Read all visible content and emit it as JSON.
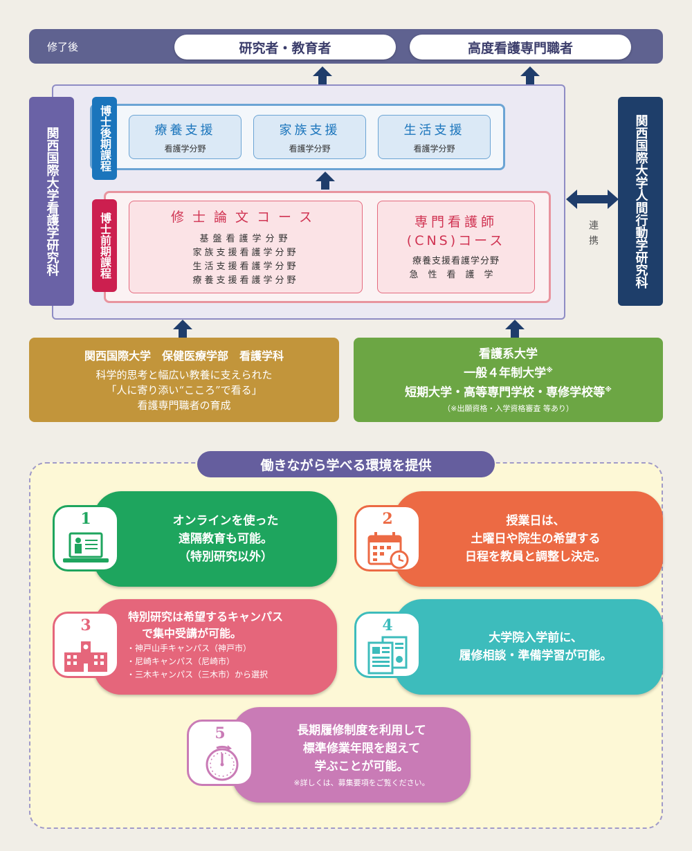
{
  "top": {
    "after_label": "修了後",
    "researcher": "研究者・教育者",
    "advanced": "高度看護専門職者"
  },
  "side_left": "関西国際大学看護学研究科",
  "side_right": "関西国際大学人間行動学研究科",
  "doctor": {
    "tag": "博士後期課程",
    "boxes": [
      {
        "title": "療養支援",
        "sub": "看護学分野"
      },
      {
        "title": "家族支援",
        "sub": "看護学分野"
      },
      {
        "title": "生活支援",
        "sub": "看護学分野"
      }
    ]
  },
  "master": {
    "tag": "博士前期課程",
    "thesis_title": "修士論文コース",
    "thesis_lines": [
      "基盤看護学分野",
      "家族支援看護学分野",
      "生活支援看護学分野",
      "療養支援看護学分野"
    ],
    "cns_title1": "専門看護師",
    "cns_title2": "(CNS)コース",
    "cns_lines": [
      "療養支援看護学分野",
      "急性看護学"
    ]
  },
  "renkei": "連携",
  "kiu": {
    "title": "関西国際大学　保健医療学部　看護学科",
    "lines": [
      "科学的思考と幅広い教養に支えられた",
      "「人に寄り添い“こころ”で看る」",
      "看護専門職者の育成"
    ]
  },
  "nurse": {
    "line1": "看護系大学",
    "line2": "一般４年制大学",
    "line3": "短期大学・高等専門学校・専修学校等",
    "mark": "※",
    "note": "（※出願資格・入学資格審査 等あり）"
  },
  "env": {
    "title": "働きながら学べる環境を提供",
    "cards": [
      {
        "num": "1",
        "lines": [
          "オンラインを使った",
          "遠隔教育も可能。",
          "（特別研究以外）"
        ],
        "color": "#1ea55e"
      },
      {
        "num": "2",
        "lines": [
          "授業日は、",
          "土曜日や院生の希望する",
          "日程を教員と調整し決定。"
        ],
        "color": "#ec6a44"
      },
      {
        "num": "3",
        "lines": [
          "特別研究は希望するキャンパス",
          "で集中受講が可能。"
        ],
        "sub": [
          "・神戸山手キャンパス（神戸市）",
          "・尼崎キャンパス（尼崎市）",
          "・三木キャンパス（三木市）から選択"
        ],
        "color": "#e5667b"
      },
      {
        "num": "4",
        "lines": [
          "大学院入学前に、",
          "履修相談・準備学習が可能。"
        ],
        "color": "#3dbcbc"
      },
      {
        "num": "5",
        "lines": [
          "長期履修制度を利用して",
          "標準修業年限を超えて",
          "学ぶことが可能。"
        ],
        "note": "※詳しくは、募集要項をご覧ください。",
        "color": "#c97bb6"
      }
    ]
  }
}
